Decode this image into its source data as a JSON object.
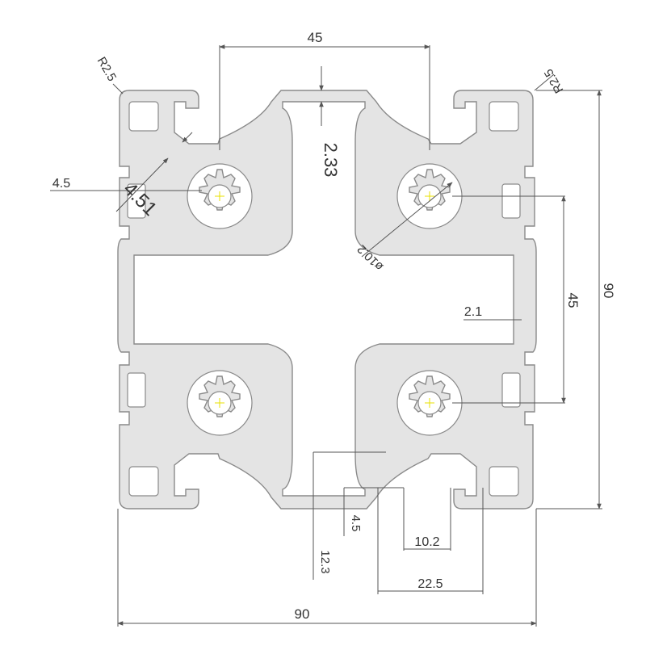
{
  "drawing": {
    "dims": {
      "top_width": "45",
      "wall_thickness": "2.33",
      "corner_radius_left": "R2.5",
      "corner_radius_right": "R2.5",
      "slot_offset": "4.5",
      "rib_thickness": "4.51",
      "bore_diameter": "ø10.2",
      "web_thickness": "2.1",
      "pitch_vertical": "45",
      "overall_height": "90",
      "overall_width": "90",
      "slot_opening": "10.2",
      "slot_width": "22.5",
      "slot_lip": "4.5",
      "slot_depth": "12.3"
    },
    "colors": {
      "profile_fill": "#e4e4e4",
      "profile_stroke": "#8a8a8a",
      "dimension_line": "#555555",
      "center_mark": "#e8e000"
    }
  }
}
